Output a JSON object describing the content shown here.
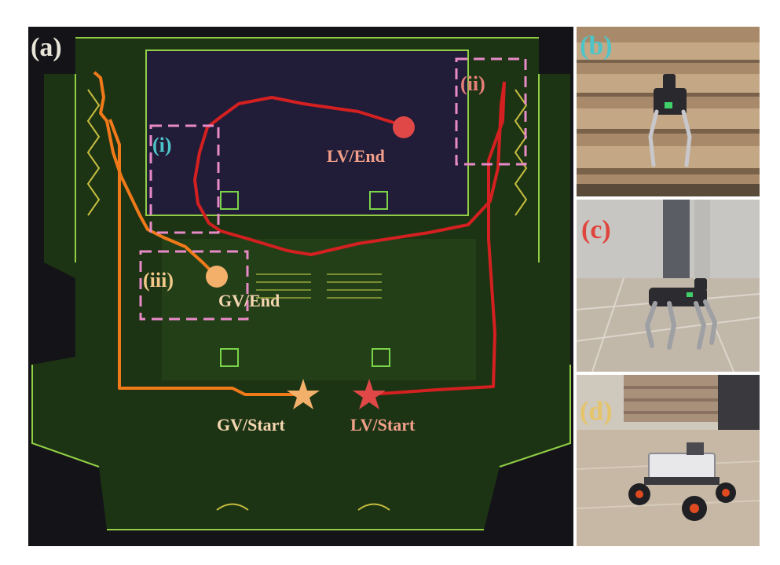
{
  "figure": {
    "panels": [
      {
        "id": "a",
        "label": "(a)",
        "color": "#e8e4d8"
      },
      {
        "id": "b",
        "label": "(b)",
        "color": "#4fc4c8"
      },
      {
        "id": "c",
        "label": "(c)",
        "color": "#e0443c"
      },
      {
        "id": "d",
        "label": "(d)",
        "color": "#e6c46a"
      }
    ],
    "map": {
      "regions": [
        {
          "label": "(i)",
          "color": "#4fc4c8"
        },
        {
          "label": "(ii)",
          "color": "#e8807a"
        },
        {
          "label": "(iii)",
          "color": "#f2c98a"
        }
      ],
      "markers": {
        "lv_end": "LV/End",
        "gv_end": "GV/End",
        "gv_start": "GV/Start",
        "lv_start": "LV/Start"
      },
      "colors": {
        "gv_path": "#f07a1a",
        "lv_path": "#d42020",
        "gv_marker": "#f2b06a",
        "lv_marker": "#e04848",
        "lv_text": "#f2a08a",
        "gv_text": "#f4d6b0",
        "dashed_box": "#e88ac8",
        "map_point": "#4fa82a"
      }
    }
  }
}
